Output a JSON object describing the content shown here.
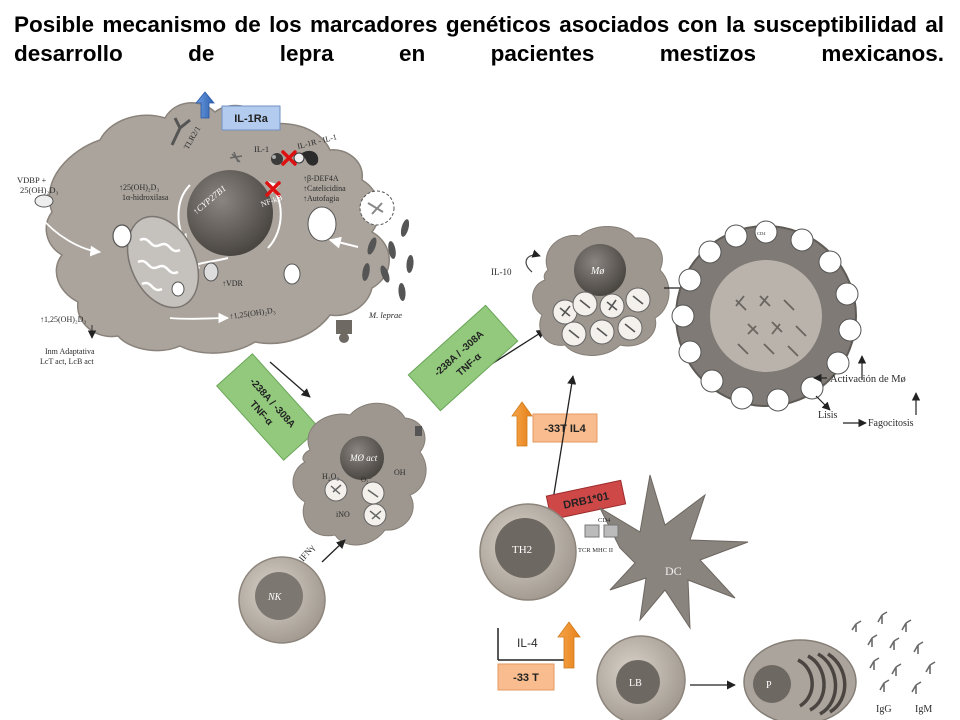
{
  "title": "Posible mecanismo de los marcadores genéticos asociados con la susceptibilidad al desarrollo de lepra en pacientes mestizos mexicanos.",
  "macrophage": {
    "vdbp_1": "VDBP +",
    "vdbp_2": "25(OH)₂D₃",
    "hydroxy_1": "↑25(OH)₂D₃",
    "hydroxy_2": "1α-hidroxilasa",
    "tlr21": "TLR2/1",
    "il1": "IL-1",
    "il1r": "IL-1R - IL-1",
    "cyp": "↑CYP27B1",
    "nfkb": "NF-kB",
    "def_1": "↑β-DEF4A",
    "def_2": "↑Catelicidina",
    "def_3": "↑Autofagia",
    "vdr": "↑VDR",
    "oh2": "↑1,25(OH)₂D₃",
    "oh2_left": "↑1,25(OH)₂D₃",
    "inm_1": "Inm Adaptativa",
    "inm_2": "LcT act, LcB act",
    "mleprae": "M. leprae"
  },
  "boxes": {
    "il1ra": "IL-1Ra",
    "tnf1_a": "-238A / -308A",
    "tnf1_b": "TNF-α",
    "tnf2_a": "-238A / -308A",
    "tnf2_b": "TNF-α",
    "il4_33t": "-33T IL4",
    "drb1": "DRB1*01",
    "t33": "-33 T"
  },
  "cells": {
    "mo_act": "MØ act",
    "h2o2": "H₂O₂",
    "oh": "OH",
    "o2": "O₂⁻",
    "ino": "iNO",
    "ifng": "IFNγ",
    "nk": "NK",
    "il10": "IL-10",
    "mo": "Mø",
    "th2": "TH2",
    "dc": "DC",
    "cd4": "CD4",
    "tcr": "TCR  MHC II",
    "il4": "IL-4",
    "lb": "LB",
    "p": "P",
    "igg": "IgG",
    "igm": "IgM"
  },
  "granuloma": {
    "activacion": "Activación de Mø",
    "lisis": "Lisis",
    "fagocitosis": "Fagocitosis"
  },
  "colors": {
    "cell_gray": "#a7a099",
    "nucleus_dark": "#5a5652",
    "green_box": "#8fc77a",
    "orange_box": "#f7b98a",
    "red_box": "#cc3d3d",
    "blue_box": "#a9c3e8",
    "arrow_orange": "#f7941d",
    "arrow_blue": "#4a7fc9"
  },
  "icons": [
    "up-arrow-icon",
    "x-mark-icon",
    "mycobacterium-icon",
    "receptor-icon"
  ]
}
